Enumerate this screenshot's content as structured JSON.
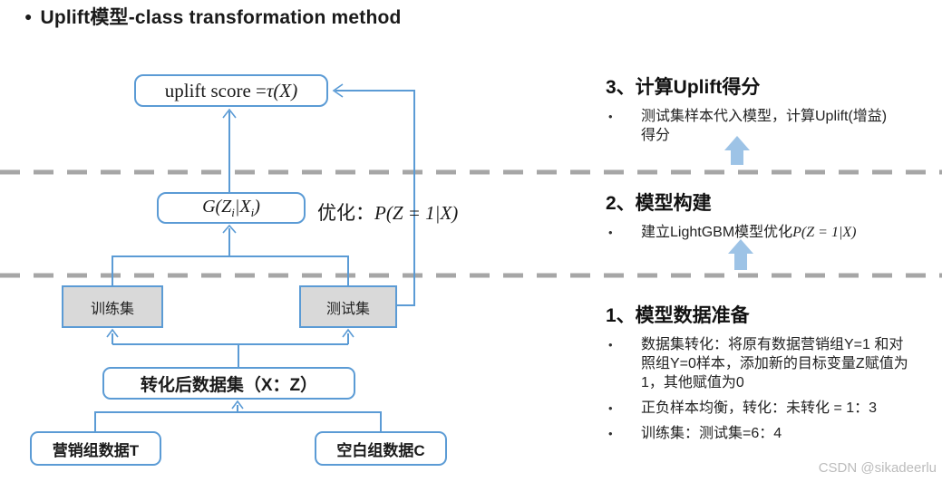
{
  "page": {
    "title_bullet": "●",
    "title": "Uplift模型-class transformation method",
    "watermark": "CSDN @sikadeerlu"
  },
  "bullet_char": "•",
  "colors": {
    "line_blue": "#5B9BD5",
    "block_arrow_blue": "#9DC3E6",
    "dash_gray": "#A6A6A6",
    "gray_box_fill": "#D9D9D9"
  },
  "flowchart": {
    "uplift_box": {
      "roman": "uplift score = ",
      "italic": "τ(X)"
    },
    "g_box": {
      "p1": "G(Z",
      "sub1": "i",
      "p2": "|X",
      "sub2": "i",
      "p3": ")"
    },
    "optimize": {
      "label": "优化：",
      "formula": "P(Z = 1|X)"
    },
    "train_box": "训练集",
    "test_box": "测试集",
    "transformed_box": "转化后数据集（X：Z）",
    "treatment_box": "营销组数据T",
    "control_box": "空白组数据C"
  },
  "steps": [
    {
      "title": "3、计算Uplift得分",
      "bullets": [
        {
          "text": "测试集样本代入模型，计算Uplift(增益)得分"
        }
      ]
    },
    {
      "title": "2、模型构建",
      "bullets": [
        {
          "text": "建立LightGBM模型优化",
          "formula": "P(Z = 1|X)"
        }
      ]
    },
    {
      "title": "1、模型数据准备",
      "bullets": [
        {
          "text": "数据集转化：将原有数据营销组Y=1 和对照组Y=0样本，添加新的目标变量Z赋值为1，其他赋值为0"
        },
        {
          "text": "正负样本均衡，转化：未转化 = 1：3"
        },
        {
          "text": "训练集：测试集=6：4"
        }
      ]
    }
  ]
}
